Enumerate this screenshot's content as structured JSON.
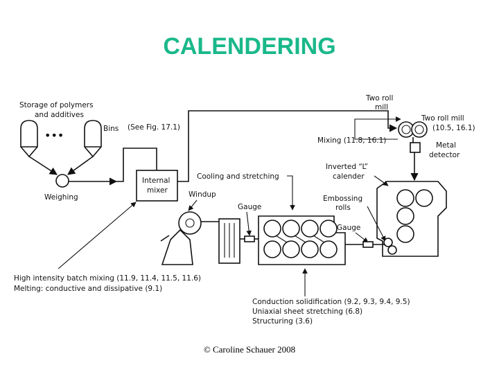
{
  "title": "CALENDERING",
  "title_color": "#1ab88a",
  "footer": "© Caroline Schauer 2008",
  "labels": {
    "storage_line1": "Storage of polymers",
    "storage_line2": "and additives",
    "dots": "•••",
    "bins": "Bins",
    "see_fig": "(See  Fig.  17.1)",
    "weighing": "Weighing",
    "internal_mixer_line1": "Internal",
    "internal_mixer_line2": "mixer",
    "two_roll_top_line1": "Two  roll",
    "two_roll_top_line2": "mill",
    "two_roll_right": "Two roll  mill",
    "two_roll_right_ref": "(10.5,  16.1)",
    "mixing": "Mixing  (11.8,  16.1)",
    "metal_line1": "Metal",
    "metal_line2": "detector",
    "inverted_line1": "Inverted  “L”",
    "inverted_line2": "calender",
    "cooling": "Cooling  and  stretching",
    "windup": "Windup",
    "gauge_left": "Gauge",
    "embossing_line1": "Embossing",
    "embossing_line2": "rolls",
    "gauge_right": "Gauge",
    "high_intensity_line1": "High  intensity  batch  mixing  (11.9,  11.4,  11.5,  11.6)",
    "high_intensity_line2": "Melting:  conductive  and  dissipative  (9.1)",
    "conduction_line1": "Conduction  solidification  (9.2,  9.3,  9.4,  9.5)",
    "conduction_line2": "Uniaxial  sheet  stretching  (6.8)",
    "conduction_line3": "Structuring  (3.6)"
  }
}
